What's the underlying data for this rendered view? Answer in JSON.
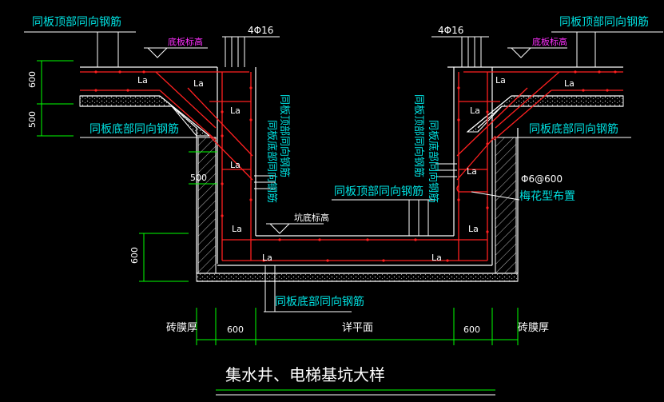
{
  "title": "集水井、电梯基坑大样",
  "labels": {
    "top_rebar_left": "同板顶部同向钢筋",
    "top_rebar_right": "同板顶部同向钢筋",
    "top_rebar_center": "同板顶部同向钢筋",
    "bottom_rebar_left": "同板底部同向钢筋",
    "bottom_rebar_right": "同板底部同向钢筋",
    "bottom_rebar_bottom": "同板底部同向钢筋",
    "vertical_rebar_left_1": "同板顶部同向钢筋",
    "vertical_rebar_left_2": "同板底部同向钢筋",
    "vertical_rebar_right_1": "同板顶部同向钢筋",
    "vertical_rebar_right_2": "同板底部同向钢筋",
    "slab_bottom_elev_left": "底板标高",
    "slab_bottom_elev_right": "底板标高",
    "pit_bottom_elev": "坑底标高",
    "bars_left": "4Φ16",
    "bars_right": "4Φ16",
    "tie_bar": "Φ6@600",
    "tie_layout": "梅花型布置",
    "anchorage": "La",
    "brick_left": "砖膜厚",
    "brick_right": "砖膜厚",
    "detail_plan": "详平面"
  },
  "dimensions": {
    "d600_top": "600",
    "d500_top": "500",
    "d500_mid": "500",
    "d600_left": "600",
    "d600_bottom_left": "600",
    "d600_bottom_right": "600"
  },
  "colors": {
    "background": "#000000",
    "rebar": "#ff2020",
    "outline": "#ffffff",
    "label_cyan": "#00e0e0",
    "label_magenta": "#ff30ff",
    "dimension_green": "#00ff00",
    "title": "#ffffff"
  }
}
